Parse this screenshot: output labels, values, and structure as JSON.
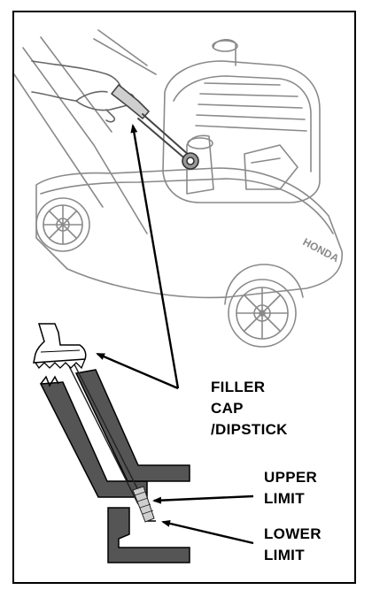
{
  "labels": {
    "filler_cap": [
      "FILLER",
      "CAP",
      "/DIPSTICK"
    ],
    "upper_limit": [
      "UPPER",
      "LIMIT"
    ],
    "lower_limit": [
      "LOWER",
      "LIMIT"
    ]
  },
  "mower_brand": "HONDA",
  "colors": {
    "line_art": "#7a7a7a",
    "line_art_light": "#b5b5b5",
    "ink": "#000000",
    "fill_tube": "#555555"
  }
}
